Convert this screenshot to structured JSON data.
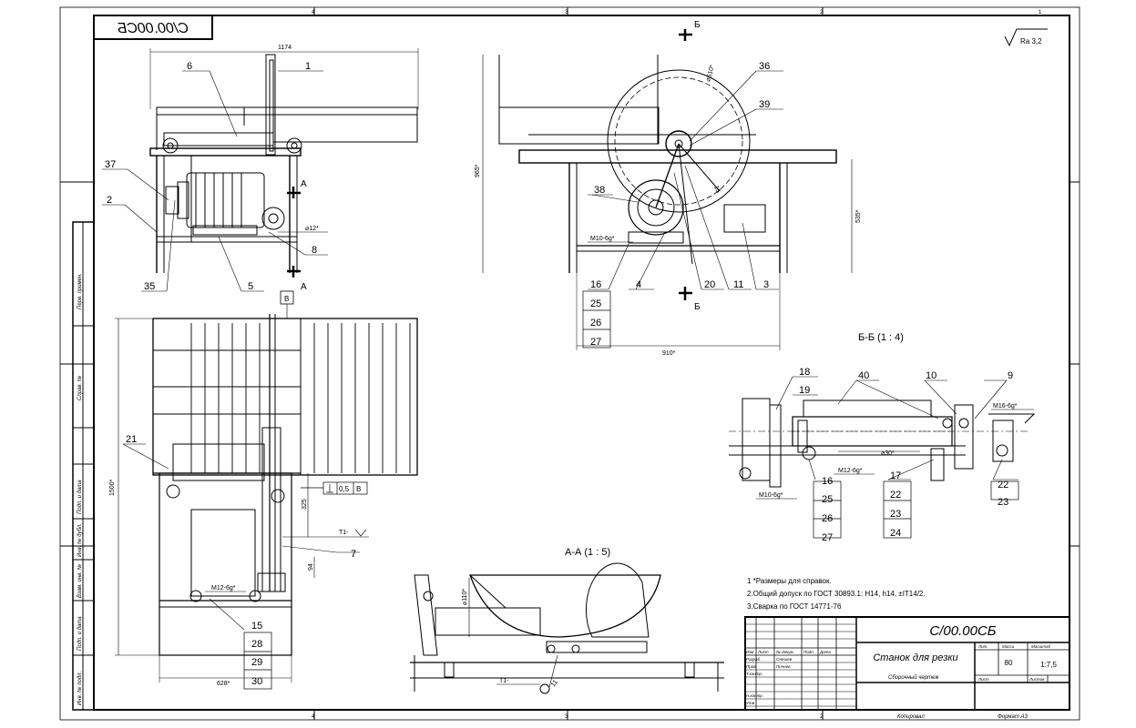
{
  "drawing": {
    "code": "С/00.00СБ",
    "code_mirrored": "С/00.00СБ",
    "title": "Станок для резки",
    "subtitle": "Сборочный чертеж",
    "roughness": "Ra 3,2",
    "mass": "80",
    "scale": "1:7,5",
    "section_bb": "Б-Б (1 : 4)",
    "section_aa": "А-А (1 : 5)",
    "cut_a": "А",
    "cut_b": "Б",
    "notes": [
      "1 *Размеры для справок.",
      "2.Общий допуск по ГОСТ 30893.1: H14, h14, ±IT14/2.",
      "3.Сварка по ГОСТ 14771-76"
    ],
    "footer_copied": "Копировал",
    "footer_format": "Формат А3",
    "stamp_labels": [
      "Изм",
      "Лист",
      "№ докум.",
      "Подп.",
      "Дата",
      "Разраб.",
      "Пров.",
      "Т.контр.",
      "Н.контр.",
      "Утв.",
      "Лит.",
      "Масса",
      "Масштаб",
      "Лист",
      "Листов"
    ],
    "stamp_names": [
      "Олешев",
      "Пичнев"
    ],
    "side_labels": [
      "Перв. примен.",
      "Справ. №",
      "Подп. и дата",
      "Инв. № дубл.",
      "Взам. инв. №",
      "Подп. и дата",
      "Инв. № подл."
    ],
    "frame_marks": [
      "4",
      "3",
      "2",
      "1",
      "4",
      "3",
      "2",
      "1"
    ]
  },
  "dims": {
    "d1174": "1174",
    "d965": "965*",
    "d535": "535*",
    "d910": "910*",
    "d1500": "1500*",
    "d628": "628*",
    "d325": "325",
    "d94": "94",
    "d510": "⌀510*",
    "d110": "⌀110*",
    "d30": "⌀30*",
    "d12": "⌀12*",
    "d15": "15",
    "d11": "11",
    "m10": "M10-6g*",
    "m12a": "M12-6g*",
    "m12b": "M12-6g*",
    "m10b": "M10-6g*",
    "m16": "M16-6g*",
    "t1a": "T1-",
    "t1b": "T1-",
    "tol_val": "0,5",
    "tol_ref": "В",
    "ref_b": "В"
  },
  "callouts": {
    "v1": [
      "1",
      "6",
      "37",
      "2",
      "35",
      "5",
      "8"
    ],
    "v2": [
      "36",
      "39",
      "38",
      "16",
      "25",
      "26",
      "27",
      "4",
      "20",
      "11",
      "3"
    ],
    "v3": [
      "21",
      "7",
      "15",
      "28",
      "29",
      "30"
    ],
    "bb": [
      "18",
      "19",
      "40",
      "10",
      "9",
      "16",
      "25",
      "26",
      "27",
      "17",
      "22",
      "23",
      "24",
      "22",
      "23"
    ]
  }
}
